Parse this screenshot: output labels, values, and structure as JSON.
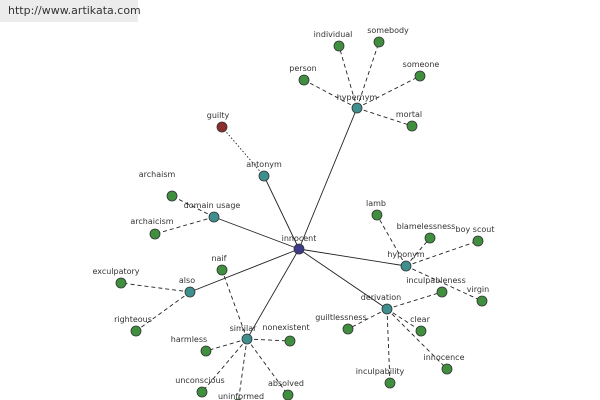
{
  "source_url": "http://www.artikata.com",
  "colors": {
    "center": "#3b3b8a",
    "relation": "#3f8f8f",
    "word": "#3f8f3f",
    "antonym_word": "#8b2e2e",
    "edge": "#222222"
  },
  "graph": {
    "center": {
      "id": "innocent",
      "label": "innocent"
    },
    "relations": [
      {
        "id": "hypernym",
        "label": "hypernym",
        "words": [
          "individual",
          "somebody",
          "someone",
          "person",
          "mortal"
        ]
      },
      {
        "id": "antonym",
        "label": "antonym",
        "words": [
          "guilty"
        ]
      },
      {
        "id": "domain-usage",
        "label": "domain usage",
        "words": [
          "archaism",
          "archaicism"
        ]
      },
      {
        "id": "also",
        "label": "also",
        "words": [
          "exculpatory",
          "righteous"
        ]
      },
      {
        "id": "similar",
        "label": "similar",
        "words": [
          "naif",
          "harmless",
          "nonexistent",
          "unconscious",
          "uninformed",
          "absolved"
        ]
      },
      {
        "id": "derivation",
        "label": "derivation",
        "words": [
          "guiltlessness",
          "clear",
          "innocence",
          "inculpability",
          "inculpableness"
        ]
      },
      {
        "id": "hyponym",
        "label": "hyponym",
        "words": [
          "lamb",
          "blamelessness",
          "boy scout",
          "virgin"
        ]
      }
    ]
  }
}
